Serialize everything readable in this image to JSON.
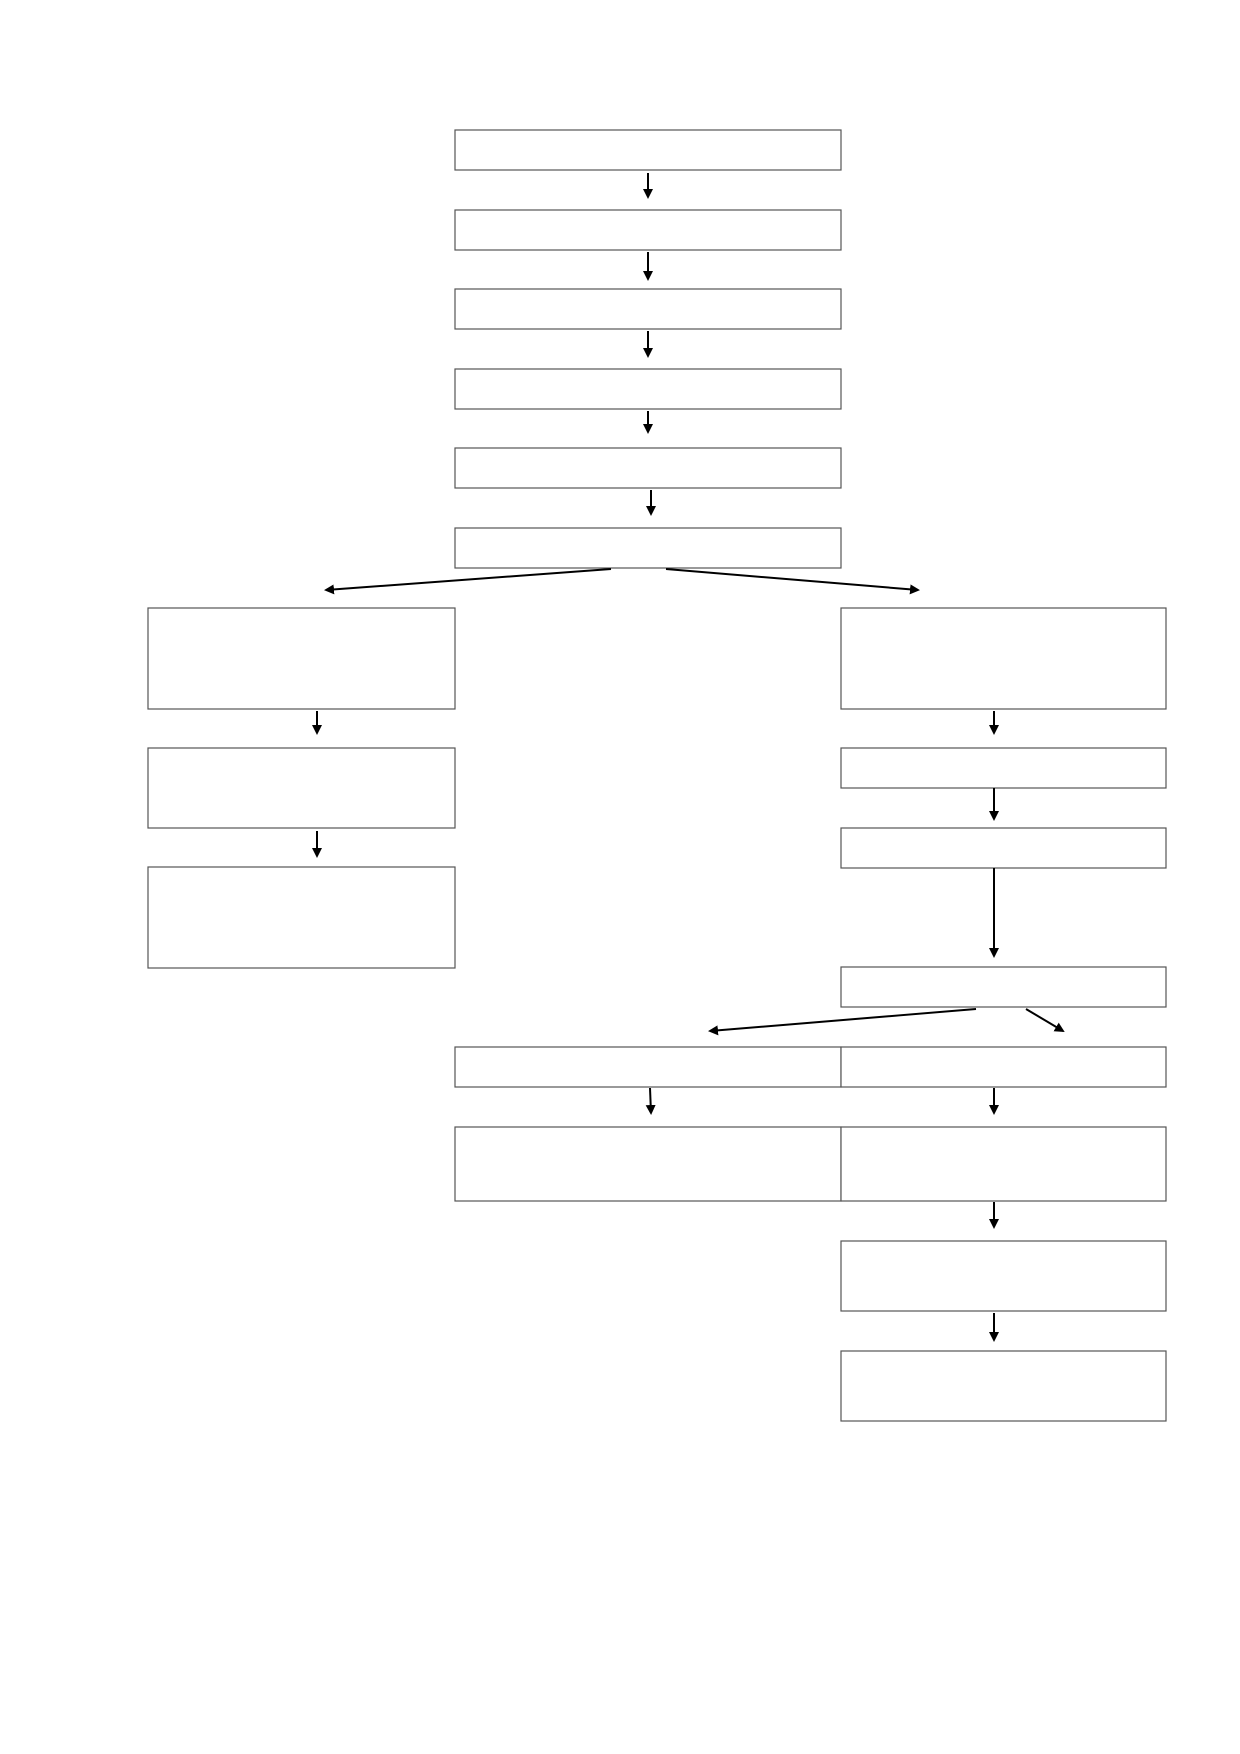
{
  "diagram": {
    "type": "flowchart",
    "box_count": 20,
    "arrow_count": 19,
    "colors": {
      "box_border": "#555555",
      "box_fill": "#ffffff",
      "arrow": "#000000",
      "background": "#ffffff"
    },
    "boxes": [
      {
        "id": "step-1",
        "text": ""
      },
      {
        "id": "step-2",
        "text": ""
      },
      {
        "id": "step-3",
        "text": ""
      },
      {
        "id": "step-4",
        "text": ""
      },
      {
        "id": "step-5",
        "text": ""
      },
      {
        "id": "step-6",
        "text": ""
      },
      {
        "id": "left-branch-1",
        "text": ""
      },
      {
        "id": "left-branch-2",
        "text": ""
      },
      {
        "id": "left-branch-3",
        "text": ""
      },
      {
        "id": "right-branch-1",
        "text": ""
      },
      {
        "id": "right-branch-2",
        "text": ""
      },
      {
        "id": "right-branch-3",
        "text": ""
      },
      {
        "id": "right-branch-4",
        "text": ""
      },
      {
        "id": "sub-left-1",
        "text": ""
      },
      {
        "id": "sub-right-1",
        "text": ""
      },
      {
        "id": "sub-left-2",
        "text": ""
      },
      {
        "id": "sub-right-2",
        "text": ""
      },
      {
        "id": "sub-right-3",
        "text": ""
      },
      {
        "id": "sub-right-4",
        "text": ""
      }
    ],
    "connections": [
      [
        "step-1",
        "step-2"
      ],
      [
        "step-2",
        "step-3"
      ],
      [
        "step-3",
        "step-4"
      ],
      [
        "step-4",
        "step-5"
      ],
      [
        "step-5",
        "step-6"
      ],
      [
        "step-6",
        "left-branch-1"
      ],
      [
        "step-6",
        "right-branch-1"
      ],
      [
        "left-branch-1",
        "left-branch-2"
      ],
      [
        "left-branch-2",
        "left-branch-3"
      ],
      [
        "right-branch-1",
        "right-branch-2"
      ],
      [
        "right-branch-2",
        "right-branch-3"
      ],
      [
        "right-branch-3",
        "right-branch-4"
      ],
      [
        "right-branch-4",
        "sub-left-1"
      ],
      [
        "right-branch-4",
        "sub-right-1"
      ],
      [
        "sub-left-1",
        "sub-left-2"
      ],
      [
        "sub-right-1",
        "sub-right-2"
      ],
      [
        "sub-right-2",
        "sub-right-3"
      ],
      [
        "sub-right-3",
        "sub-right-4"
      ]
    ]
  }
}
